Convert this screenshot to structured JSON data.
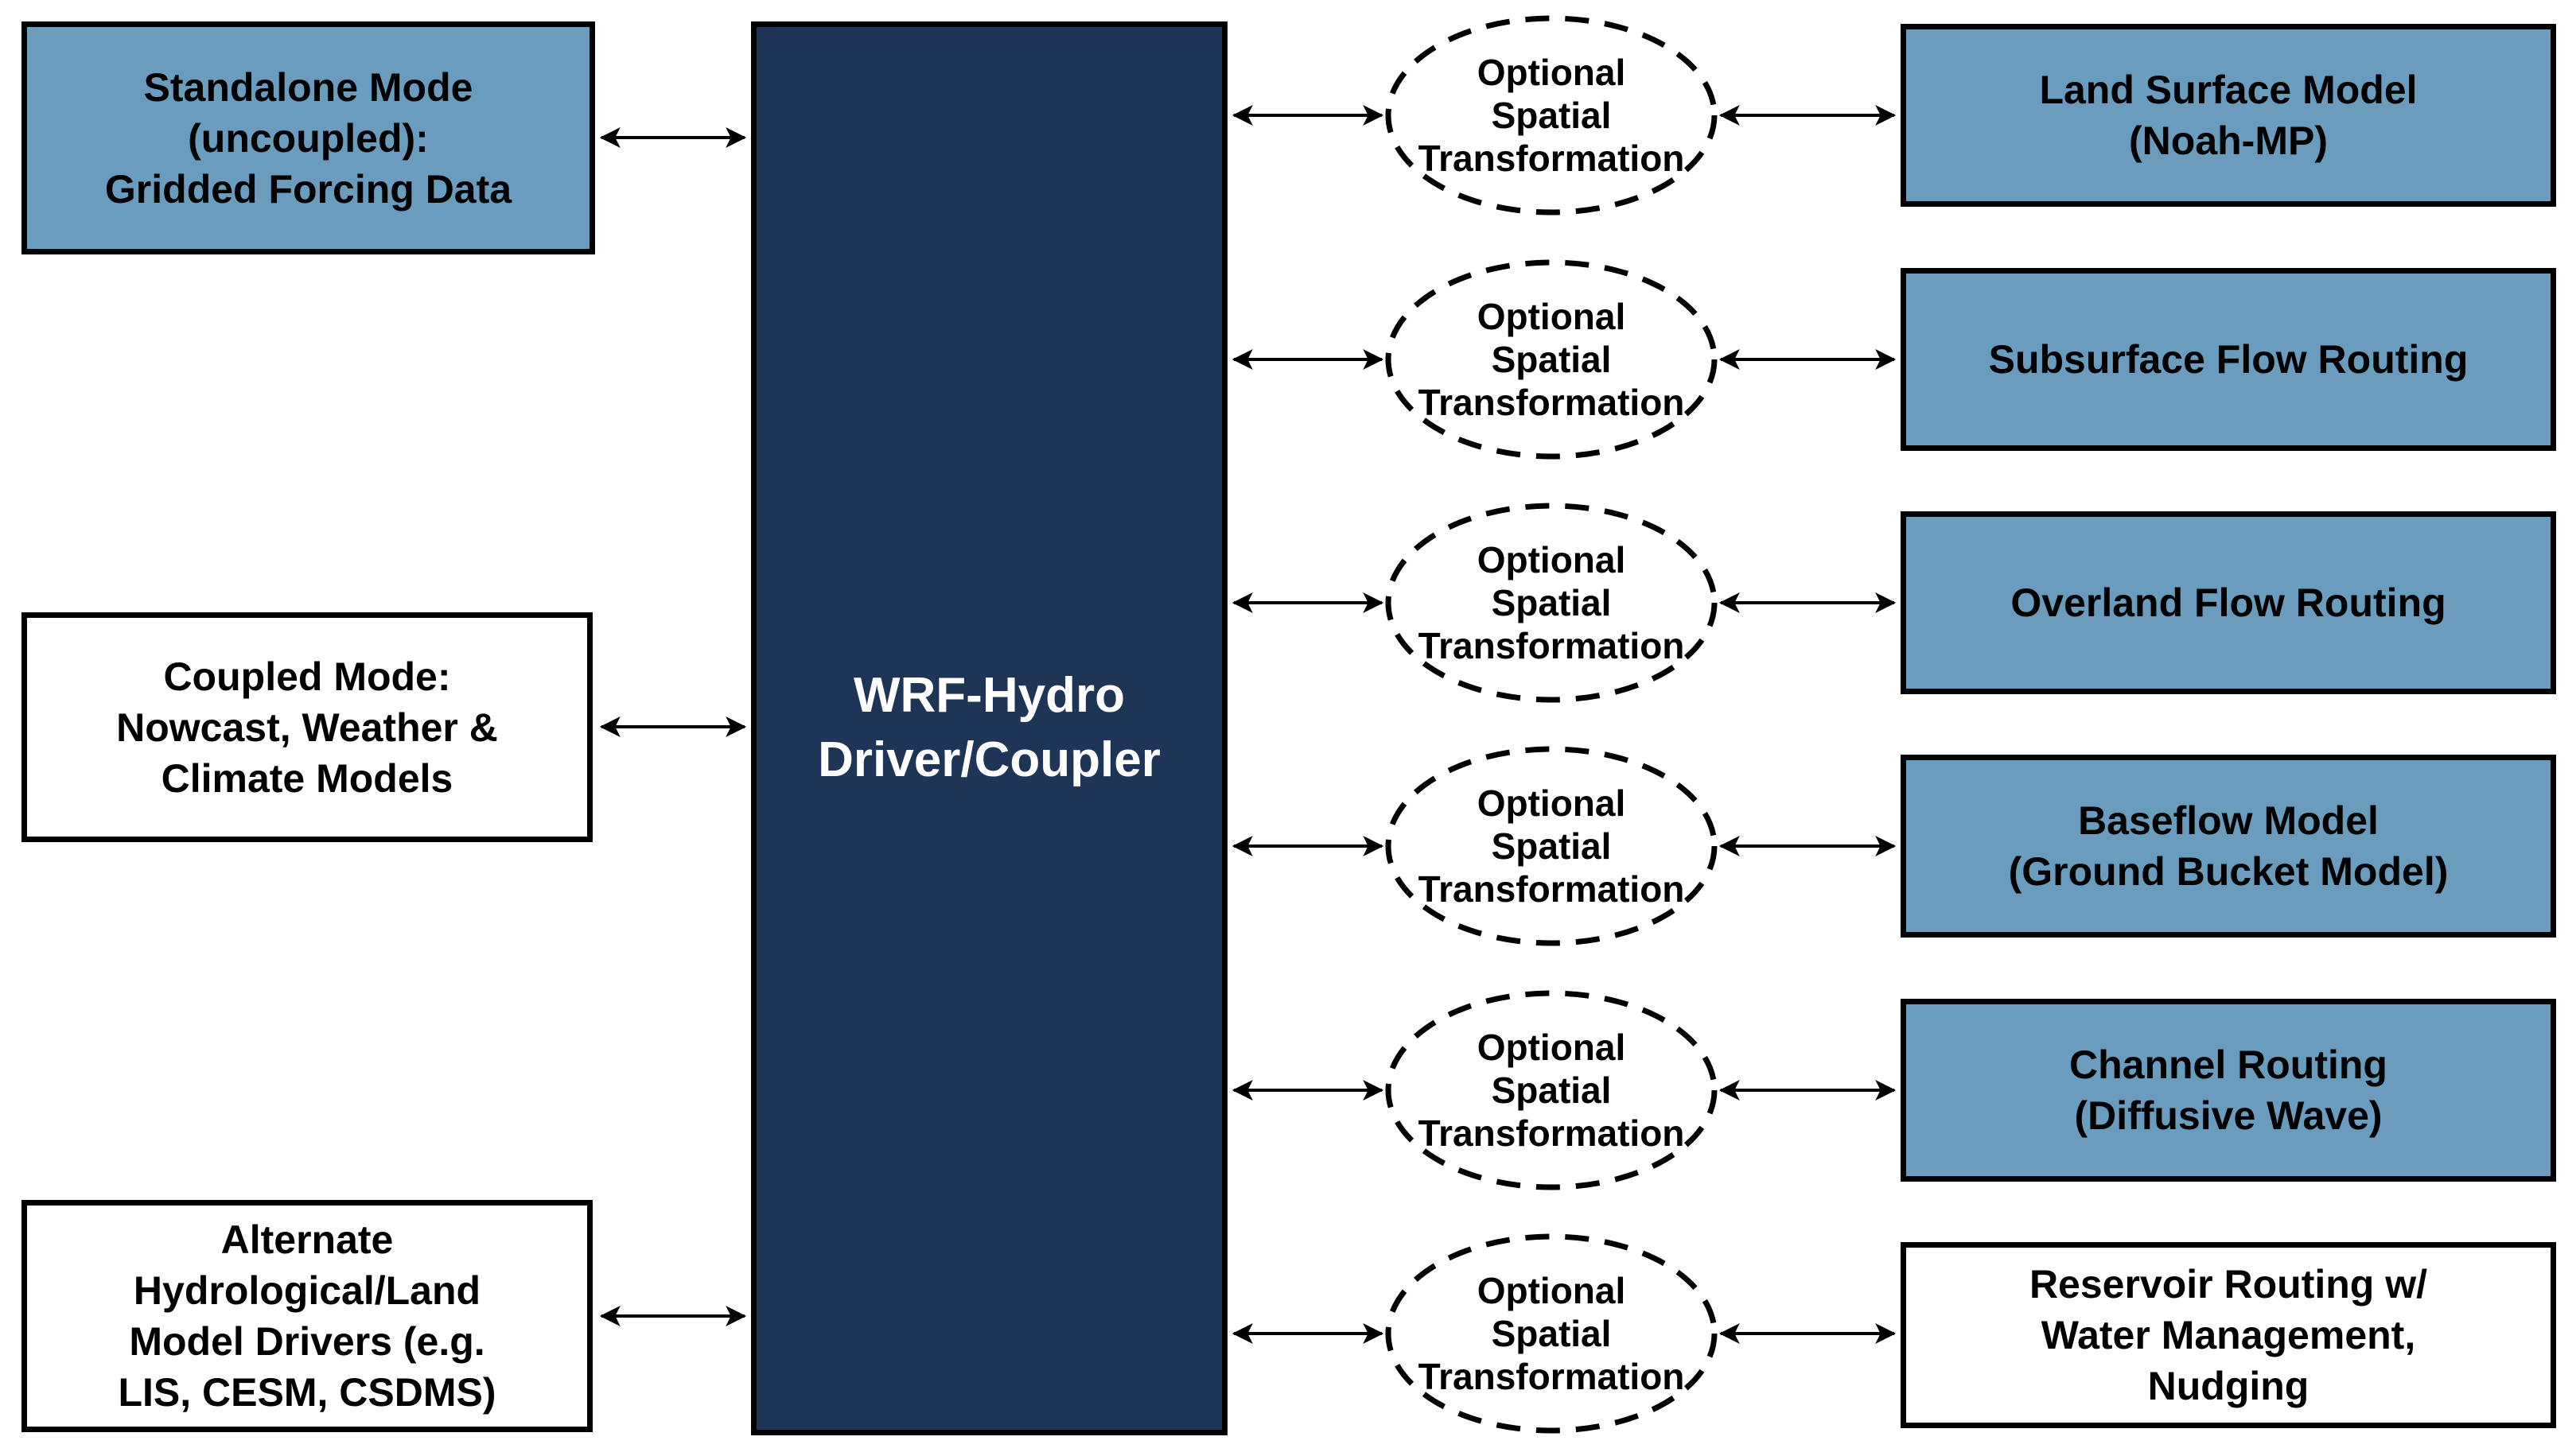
{
  "diagram": {
    "center_box": {
      "label": [
        "WRF-Hydro",
        "Driver/Coupler"
      ]
    },
    "left_boxes": [
      {
        "label": [
          "Standalone Mode",
          "(uncoupled):",
          "Gridded Forcing Data"
        ],
        "fill": "#6a9cbd"
      },
      {
        "label": [
          "Coupled Mode:",
          "Nowcast, Weather &",
          "Climate Models"
        ],
        "fill": "#ffffff"
      },
      {
        "label": [
          "Alternate",
          "Hydrological/Land",
          "Model Drivers (e.g.",
          "LIS, CESM, CSDMS)"
        ],
        "fill": "#ffffff"
      }
    ],
    "transform_ellipses": [
      {
        "label": [
          "Optional",
          "Spatial",
          "Transformation"
        ]
      },
      {
        "label": [
          "Optional",
          "Spatial",
          "Transformation"
        ]
      },
      {
        "label": [
          "Optional",
          "Spatial",
          "Transformation"
        ]
      },
      {
        "label": [
          "Optional",
          "Spatial",
          "Transformation"
        ]
      },
      {
        "label": [
          "Optional",
          "Spatial",
          "Transformation"
        ]
      },
      {
        "label": [
          "Optional",
          "Spatial",
          "Transformation"
        ]
      }
    ],
    "right_boxes": [
      {
        "label": [
          "Land Surface Model",
          "(Noah-MP)"
        ],
        "fill": "#6a9cbd"
      },
      {
        "label": [
          "Subsurface Flow Routing"
        ],
        "fill": "#6a9cbd"
      },
      {
        "label": [
          "Overland Flow Routing"
        ],
        "fill": "#6a9cbd"
      },
      {
        "label": [
          "Baseflow Model",
          "(Ground Bucket Model)"
        ],
        "fill": "#6a9cbd"
      },
      {
        "label": [
          "Channel Routing",
          "(Diffusive Wave)"
        ],
        "fill": "#6a9cbd"
      },
      {
        "label": [
          "Reservoir Routing w/",
          "Water Management,",
          "Nudging"
        ],
        "fill": "#ffffff"
      }
    ],
    "colors": {
      "box_blue": "#6a9cbd",
      "box_navy": "#1f3557",
      "box_white": "#ffffff",
      "stroke_black": "#000000"
    }
  }
}
